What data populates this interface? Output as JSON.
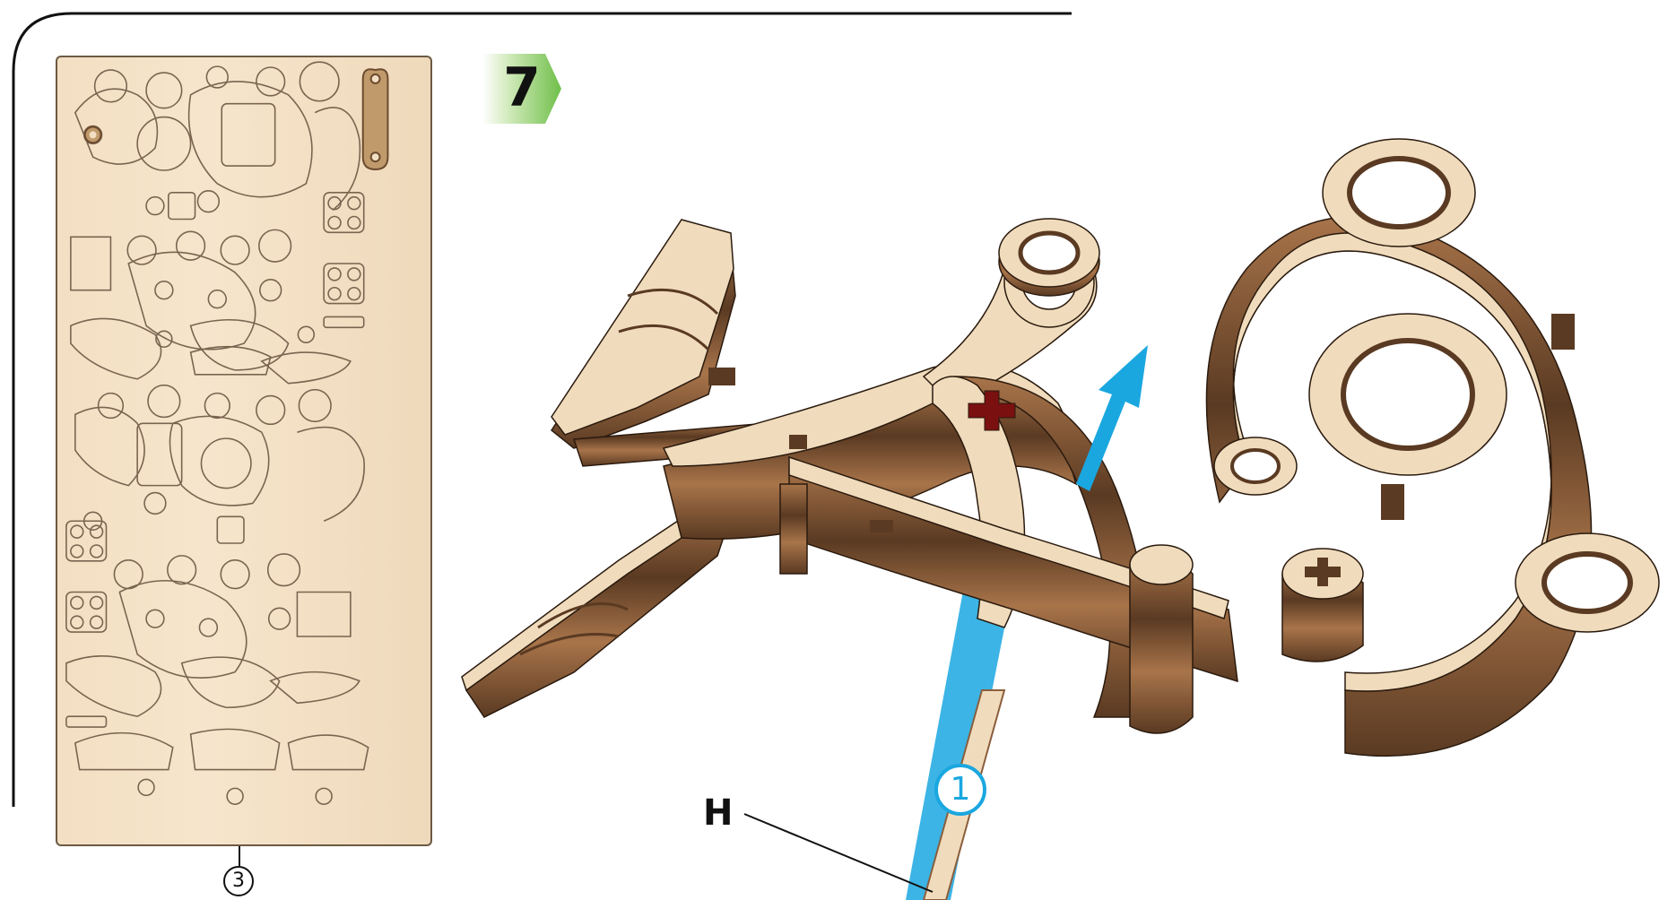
{
  "step": {
    "number": "7",
    "badge_color": "#6fbf4a"
  },
  "sheet": {
    "number": "3"
  },
  "part_label": "H",
  "callout": {
    "number": "1",
    "color": "#1aa7e0"
  },
  "colors": {
    "wood_face": "#f0dcbc",
    "wood_edge": "#8b5e3c",
    "wood_dark": "#5a3a22",
    "arrow": "#1aa7e0"
  }
}
